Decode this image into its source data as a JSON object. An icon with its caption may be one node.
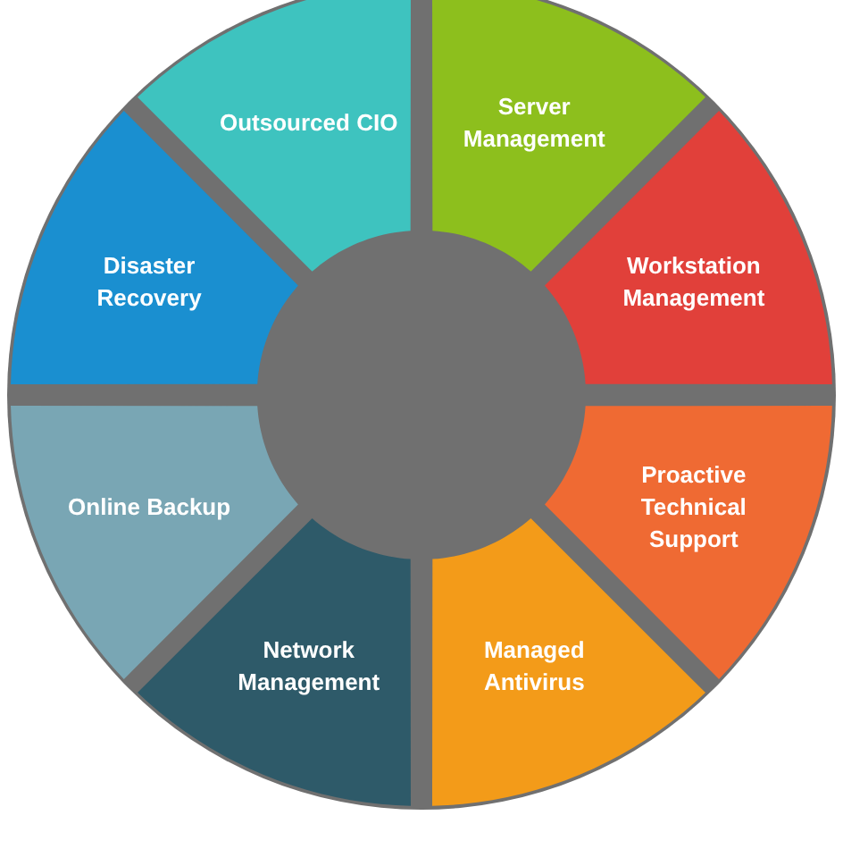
{
  "diagram": {
    "nodes": [
      {
        "text": [
          "Outsourced CIO"
        ]
      },
      {
        "text": [
          "Server Management"
        ]
      },
      {
        "text": [
          "Disaster Recovery"
        ]
      },
      {
        "text": [
          "Workstation Management"
        ]
      },
      {
        "text": [
          "Online Backup"
        ]
      },
      {
        "text": [
          "Proactive Technical Support"
        ]
      },
      {
        "text": [
          "Network Management"
        ]
      },
      {
        "text": [
          "Managed Antivirus"
        ]
      }
    ]
  }
}
